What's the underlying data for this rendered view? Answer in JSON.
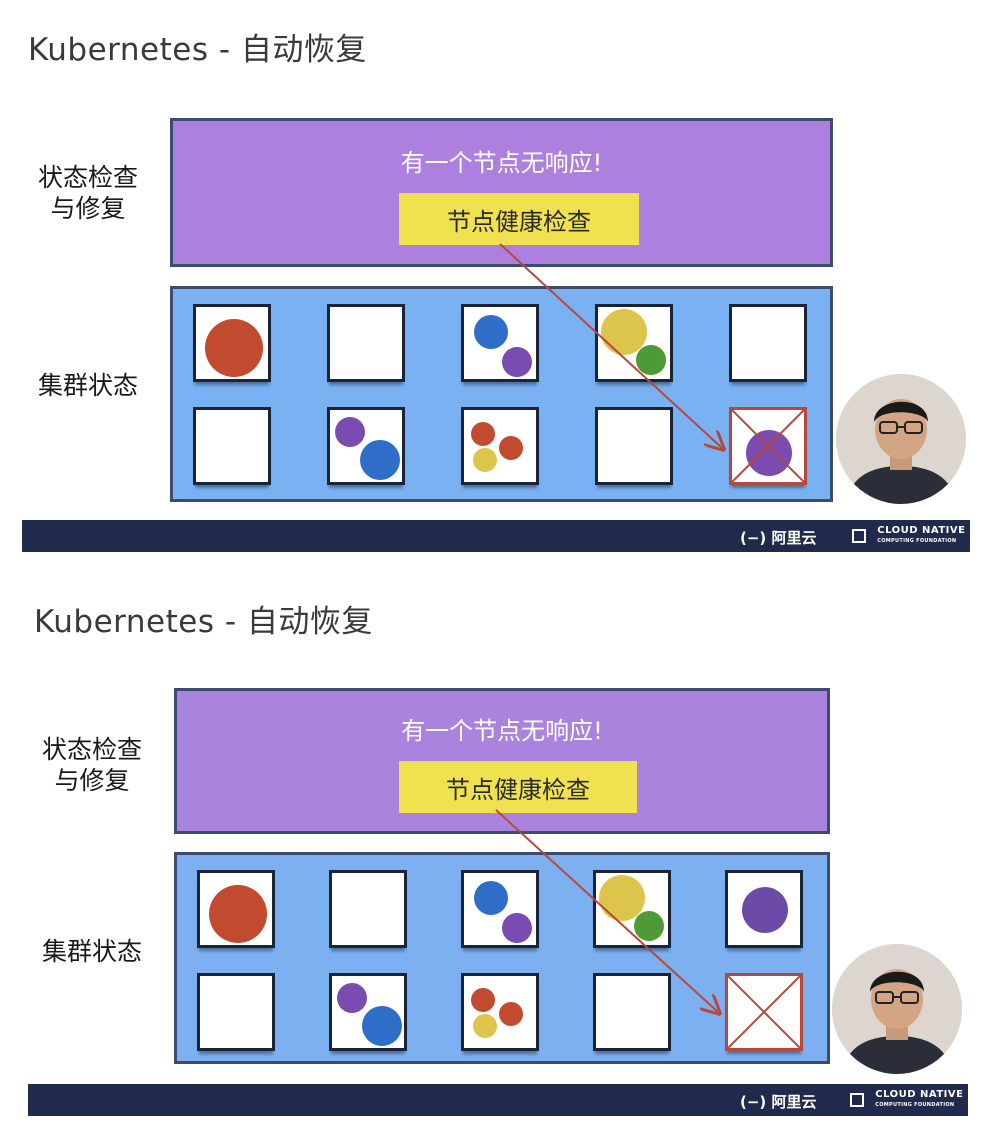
{
  "title": "Kubernetes - 自动恢复",
  "labels": {
    "health_check": "状态检查\n与修复",
    "cluster_state": "集群状态"
  },
  "alert": "有一个节点无响应!",
  "check_button": "节点健康检查",
  "footer": {
    "aliyun": "阿里云",
    "cncf_line1": "CLOUD NATIVE",
    "cncf_line2": "COMPUTING FOUNDATION"
  },
  "colors": {
    "panel_purple": "#ad80e0",
    "cluster_blue": "#79b1f2",
    "check_yellow": "#f0e14f",
    "arrow_red": "#b8483a",
    "footer_navy": "#1f2a4c",
    "pod_red": "#c24a2f",
    "pod_blue": "#2f6ec8",
    "pod_purple": "#7a4bb0",
    "pod_yellow": "#dcc54a",
    "pod_green": "#4e9a36"
  },
  "frames": [
    {
      "step": "before",
      "failed_node": "node-10",
      "failed_node_pods": [
        "purple"
      ],
      "recovered_to": null
    },
    {
      "step": "after",
      "failed_node": "node-10",
      "failed_node_pods": [],
      "recovered_to": "node-5"
    }
  ],
  "icons": [
    "aliyun-logo-icon",
    "cncf-logo-icon",
    "presenter-avatar-icon",
    "failed-node-x-icon"
  ]
}
